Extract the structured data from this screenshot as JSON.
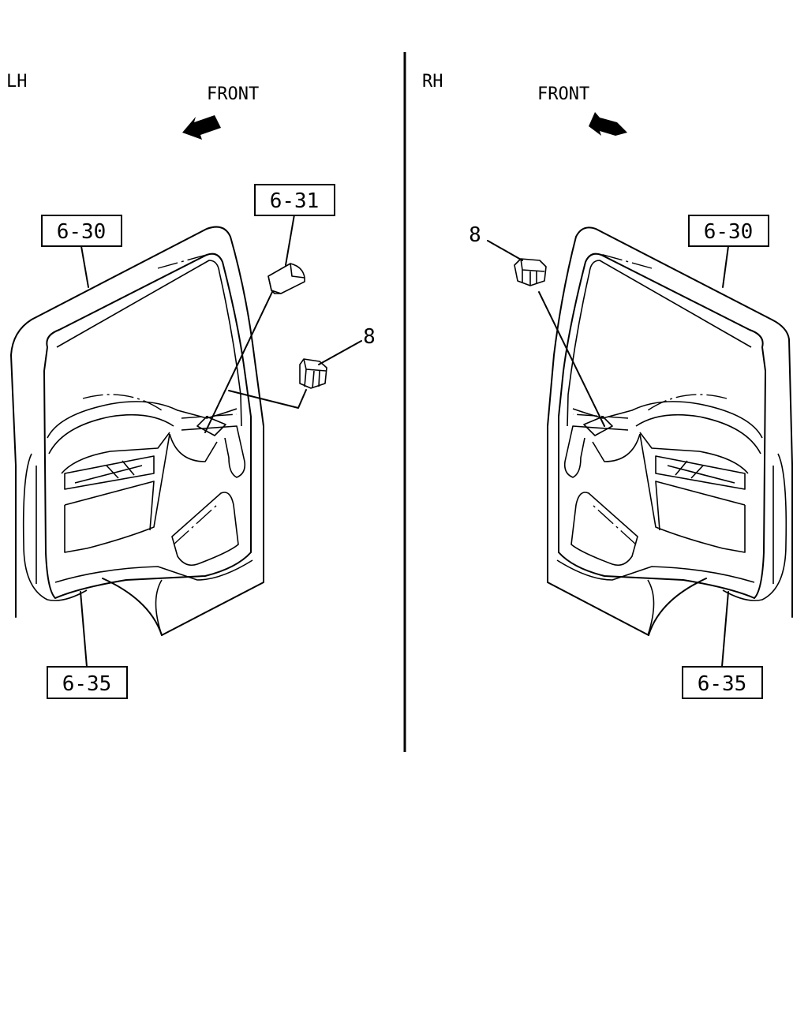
{
  "left_panel": {
    "side_label": "LH",
    "front_label": "FRONT",
    "callouts": {
      "upper": "6-30",
      "top": "6-31",
      "clip": "8",
      "lower": "6-35"
    }
  },
  "right_panel": {
    "side_label": "RH",
    "front_label": "FRONT",
    "callouts": {
      "upper": "6-30",
      "clip": "8",
      "lower": "6-35"
    }
  }
}
